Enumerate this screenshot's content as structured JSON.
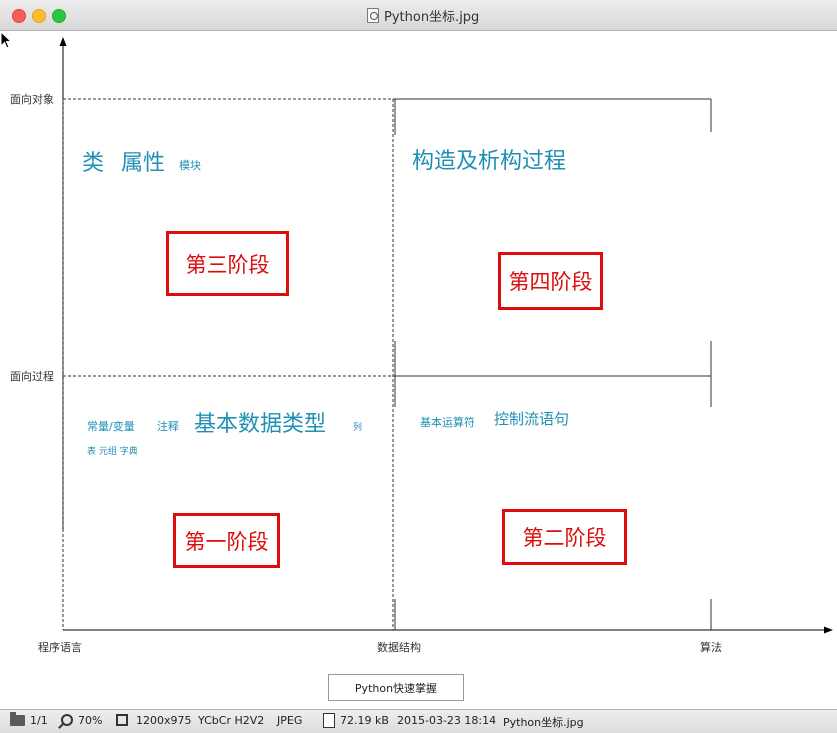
{
  "window": {
    "title": "Python坐标.jpg"
  },
  "axes": {
    "y_labels": {
      "object_oriented": "面向对象",
      "procedure_oriented": "面向过程"
    },
    "x_labels": {
      "language": "程序语言",
      "data_structure": "数据结构",
      "algorithm": "算法"
    }
  },
  "quadrants": {
    "top_left": {
      "main_a": "类",
      "main_b": "属性",
      "small": "模块",
      "stage": "第三阶段"
    },
    "top_right": {
      "main": "构造及析构过程",
      "stage": "第四阶段"
    },
    "bottom_left": {
      "small_a": "常量/变量",
      "small_b": "注释",
      "main": "基本数据类型",
      "small_c": "列",
      "small_d": "表 元组 字典",
      "stage": "第一阶段"
    },
    "bottom_right": {
      "small": "基本运算符",
      "main": "控制流语句",
      "stage": "第二阶段"
    }
  },
  "button": {
    "label": "Python快速掌握"
  },
  "statusbar": {
    "page": "1/1",
    "zoom": "70%",
    "dimensions": "1200x975",
    "color_model": "YCbCr H2V2",
    "format": "JPEG",
    "file_size": "72.19 kB",
    "date": "2015-03-23 18:14",
    "filename": "Python坐标.jpg"
  },
  "colors": {
    "accent_text": "#1f8fb4",
    "stage_box": "#dd0d0d"
  }
}
